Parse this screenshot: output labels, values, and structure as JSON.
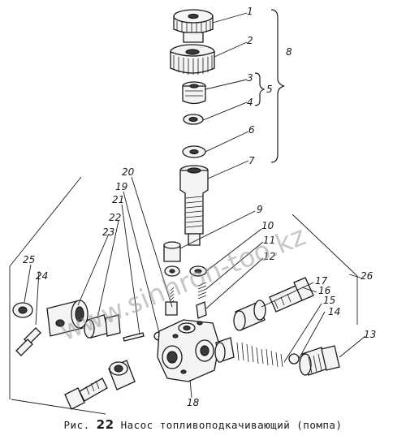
{
  "figure": {
    "prefix": "Рис.",
    "number": "22",
    "title": "Насос топливоподкачивающий (помпа)"
  },
  "watermark": "www.sinhron-too.kz",
  "callouts": [
    "1",
    "2",
    "3",
    "4",
    "5",
    "6",
    "7",
    "8",
    "9",
    "10",
    "11",
    "12",
    "13",
    "14",
    "15",
    "16",
    "17",
    "18",
    "19",
    "20",
    "21",
    "22",
    "23",
    "24",
    "25",
    "26"
  ]
}
